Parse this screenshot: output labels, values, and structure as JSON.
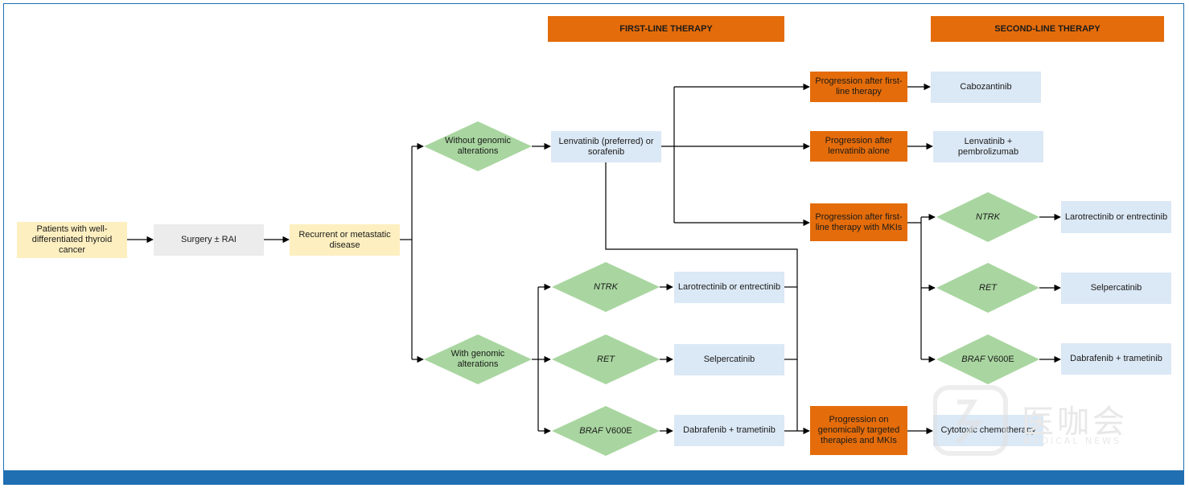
{
  "headers": {
    "first_line": "FIRST-LINE THERAPY",
    "second_line": "SECOND-LINE THERAPY"
  },
  "nodes": {
    "patients": "Patients with well-differentiated thyroid cancer",
    "surgery": "Surgery ± RAI",
    "recurrent": "Recurrent or metastatic disease",
    "without_genomic": "Without genomic alterations",
    "with_genomic": "With genomic alterations",
    "lenvatinib_sorafenib": "Lenvatinib (preferred) or sorafenib",
    "ntrk_1": "NTRK",
    "ret_1": "RET",
    "braf_1_gene": "BRAF",
    "braf_1_variant": " V600E",
    "larotrectinib_1": "Larotrectinib or entrectinib",
    "selpercatinib_1": "Selpercatinib",
    "dabrafenib_1": "Dabrafenib + trametinib",
    "progression_first_line": "Progression after first-line therapy",
    "progression_lenvatinib": "Progression after lenvatinib alone",
    "progression_mkis": "Progression after first-line therapy with MKIs",
    "progression_genomic": "Progression on genomically targeted therapies and MKIs",
    "cabozantinib": "Cabozantinib",
    "lenvatinib_pembro": "Lenvatinib + pembrolizumab",
    "ntrk_2": "NTRK",
    "ret_2": "RET",
    "braf_2_gene": "BRAF",
    "braf_2_variant": " V600E",
    "larotrectinib_2": "Larotrectinib or entrectinib",
    "selpercatinib_2": "Selpercatinib",
    "dabrafenib_2": "Dabrafenib + trametinib",
    "cytotoxic": "Cytotoxic chemotherapy"
  },
  "watermark": {
    "text": "医咖会",
    "sub": "MEDICAL NEWS"
  },
  "colors": {
    "border_blue": "#1f6fb2",
    "orange": "#e46c0a",
    "yellow": "#fdefc0",
    "gray": "#ececec",
    "light_blue": "#dbe8f5",
    "green": "#a9d6a0"
  }
}
